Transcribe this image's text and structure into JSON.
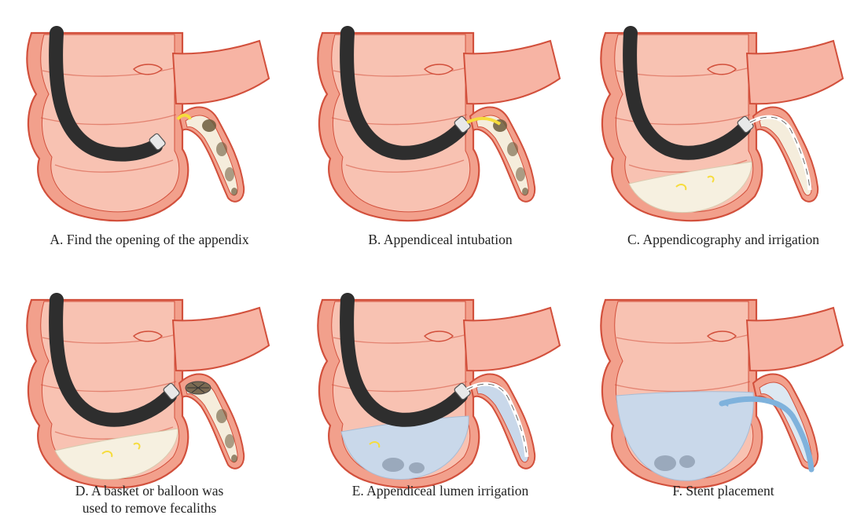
{
  "figure": {
    "panels": [
      {
        "id": "A",
        "caption": "A. Find the opening of the appendix"
      },
      {
        "id": "B",
        "caption": "B. Appendiceal intubation"
      },
      {
        "id": "C",
        "caption": "C. Appendicography and irrigation"
      },
      {
        "id": "D",
        "caption_line1": "D. A basket or balloon was",
        "caption_line2": "used to remove fecaliths"
      },
      {
        "id": "E",
        "caption": "E.  Appendiceal lumen irrigation"
      },
      {
        "id": "F",
        "caption": "F. Stent placement"
      }
    ]
  },
  "colors": {
    "colon_wall": "#f2a08c",
    "colon_outline": "#d2503c",
    "colon_inner": "#f8c2b2",
    "ileum": "#f7b4a4",
    "endoscope": "#2e2e2e",
    "appendix_fill": "#f5eddc",
    "fecalith": "#6b5a3c",
    "contrast_fluid": "#f6f0e0",
    "saline": "#c9d8ea",
    "stent": "#7fb2dc",
    "highlight": "#f6dc3c"
  }
}
